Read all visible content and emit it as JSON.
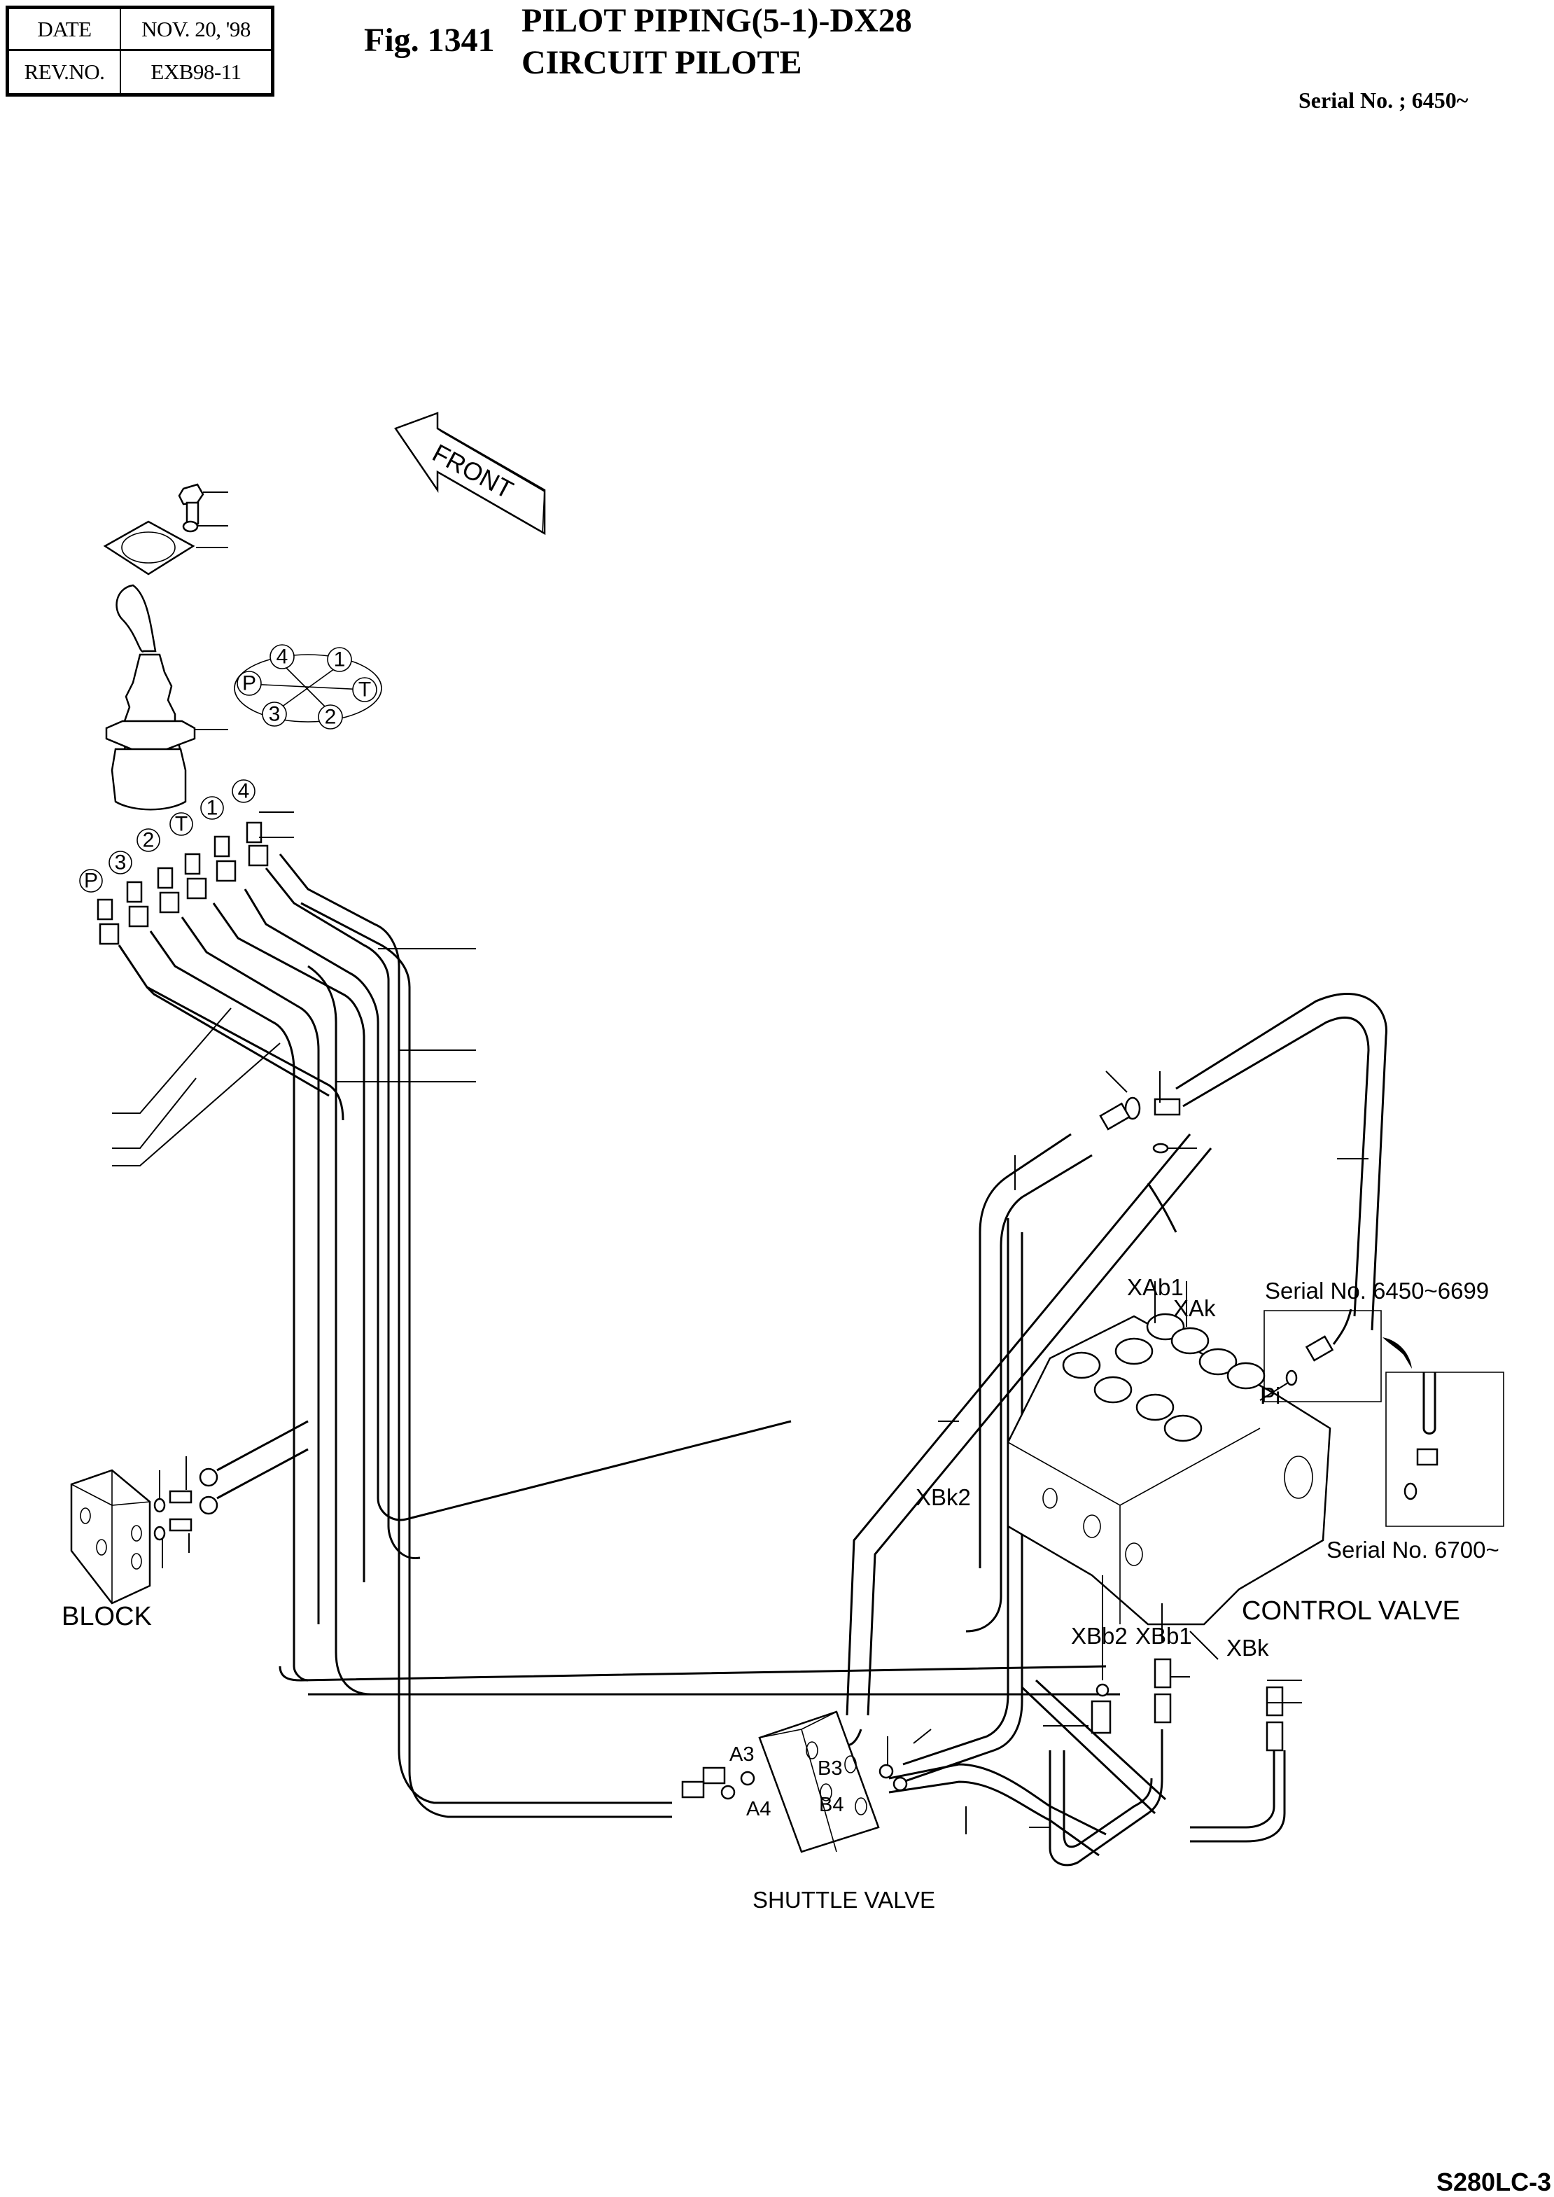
{
  "header": {
    "date_label": "DATE",
    "date_value": "NOV.  20, '98",
    "rev_label": "REV.NO.",
    "rev_value": "EXB98-11",
    "fig_number": "Fig. 1341",
    "title_line1": "PILOT PIPING(5-1)-DX28",
    "title_line2": "CIRCUIT PILOTE",
    "serial_range": "Serial No. ; 6450~"
  },
  "direction_arrow": {
    "label": "FRONT",
    "icon": "arrow-left-icon"
  },
  "joystick_ports": {
    "diagram_labels": [
      "4",
      "1",
      "P",
      "T",
      "3",
      "2"
    ],
    "fitting_labels": [
      "P",
      "3",
      "2",
      "T",
      "1",
      "4"
    ]
  },
  "components": {
    "block": "BLOCK",
    "control_valve": "CONTROL VALVE",
    "shuttle_valve": "SHUTTLE VALVE"
  },
  "port_labels": {
    "xab1": "XAb1",
    "xak": "XAk",
    "pi": "Pi",
    "xbk2": "XBk2",
    "xbb2": "XBb2",
    "xbb1": "XBb1",
    "xbk": "XBk",
    "a3": "A3",
    "a4": "A4",
    "b3": "B3",
    "b4": "B4"
  },
  "insets": {
    "serial_early": "Serial No. 6450~6699",
    "serial_late": "Serial No. 6700~"
  },
  "footer": {
    "model_code": "S280LC-3"
  }
}
